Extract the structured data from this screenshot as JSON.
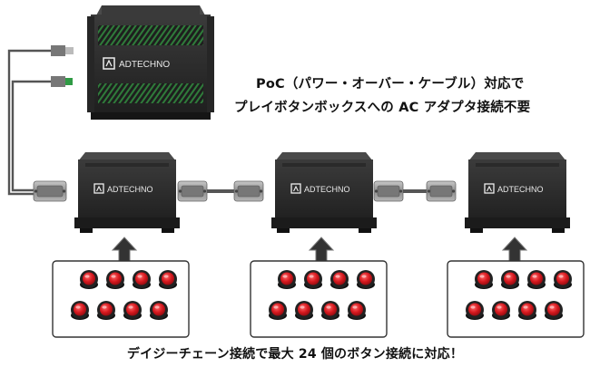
{
  "caption_top_line1": "PoC（パワー・オーバー・ケーブル）対応で",
  "caption_top_line2": "プレイボタンボックスへの AC アダプタ接続不要",
  "caption_bottom": "デイジーチェーン接続で最大 24 個のボタン接続に対応！",
  "brand_label": "ADTECHNO",
  "devices": [
    {
      "id": "hub",
      "brand": "ADTECHNO"
    },
    {
      "id": "box-1",
      "brand": "ADTECHNO"
    },
    {
      "id": "box-2",
      "brand": "ADTECHNO"
    },
    {
      "id": "box-3",
      "brand": "ADTECHNO"
    }
  ],
  "button_groups": [
    {
      "id": "group-1",
      "button_count": 8
    },
    {
      "id": "group-2",
      "button_count": 8
    },
    {
      "id": "group-3",
      "button_count": 8
    }
  ],
  "colors": {
    "device_body": "#2e2e2e",
    "device_vent": "#2f7a3a",
    "button_red": "#d7191f",
    "button_ring": "#222222",
    "cable": "#555555",
    "connector": "#9a9a9a",
    "arrow": "#3a3a3a"
  }
}
